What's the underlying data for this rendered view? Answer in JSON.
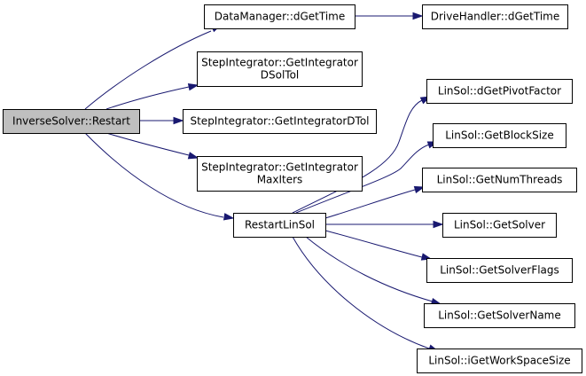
{
  "nodes": [
    {
      "id": "root",
      "lines": [
        "InverseSolver::Restart"
      ],
      "root": true
    },
    {
      "id": "dm_dgettime",
      "lines": [
        "DataManager::dGetTime"
      ]
    },
    {
      "id": "dh_dgettime",
      "lines": [
        "DriveHandler::dGetTime"
      ]
    },
    {
      "id": "si_dsoltol",
      "lines": [
        "StepIntegrator::GetIntegrator",
        "DSolTol"
      ]
    },
    {
      "id": "si_dtol",
      "lines": [
        "StepIntegrator::GetIntegratorDTol"
      ]
    },
    {
      "id": "si_maxiters",
      "lines": [
        "StepIntegrator::GetIntegrator",
        "MaxIters"
      ]
    },
    {
      "id": "restartlinsol",
      "lines": [
        "RestartLinSol"
      ]
    },
    {
      "id": "ls_pivot",
      "lines": [
        "LinSol::dGetPivotFactor"
      ]
    },
    {
      "id": "ls_block",
      "lines": [
        "LinSol::GetBlockSize"
      ]
    },
    {
      "id": "ls_threads",
      "lines": [
        "LinSol::GetNumThreads"
      ]
    },
    {
      "id": "ls_solver",
      "lines": [
        "LinSol::GetSolver"
      ]
    },
    {
      "id": "ls_flags",
      "lines": [
        "LinSol::GetSolverFlags"
      ]
    },
    {
      "id": "ls_name",
      "lines": [
        "LinSol::GetSolverName"
      ]
    },
    {
      "id": "ls_workspace",
      "lines": [
        "LinSol::iGetWorkSpaceSize"
      ]
    }
  ],
  "edges": [
    {
      "from": "root",
      "to": "dm_dgettime"
    },
    {
      "from": "dm_dgettime",
      "to": "dh_dgettime"
    },
    {
      "from": "root",
      "to": "si_dsoltol"
    },
    {
      "from": "root",
      "to": "si_dtol"
    },
    {
      "from": "root",
      "to": "si_maxiters"
    },
    {
      "from": "root",
      "to": "restartlinsol"
    },
    {
      "from": "restartlinsol",
      "to": "ls_pivot"
    },
    {
      "from": "restartlinsol",
      "to": "ls_block"
    },
    {
      "from": "restartlinsol",
      "to": "ls_threads"
    },
    {
      "from": "restartlinsol",
      "to": "ls_solver"
    },
    {
      "from": "restartlinsol",
      "to": "ls_flags"
    },
    {
      "from": "restartlinsol",
      "to": "ls_name"
    },
    {
      "from": "restartlinsol",
      "to": "ls_workspace"
    }
  ],
  "colors": {
    "edge": "#191970",
    "root_fill": "#bfbfbf",
    "node_fill": "#ffffff",
    "border": "#000000"
  }
}
